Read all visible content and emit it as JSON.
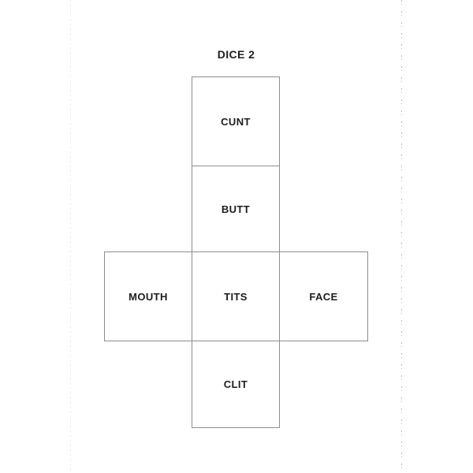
{
  "page": {
    "title": "DICE 2"
  },
  "dice_net": {
    "faces": {
      "top": "CUNT",
      "upper": "BUTT",
      "left": "MOUTH",
      "center": "TITS",
      "right": "FACE",
      "bottom": "CLIT"
    }
  },
  "colors": {
    "background": "#ffffff",
    "square_border": "#8d8d8d",
    "label_text": "#1d1d1d",
    "perforation_right": "#b6bcb8",
    "perforation_left": "#e7e9e8"
  }
}
